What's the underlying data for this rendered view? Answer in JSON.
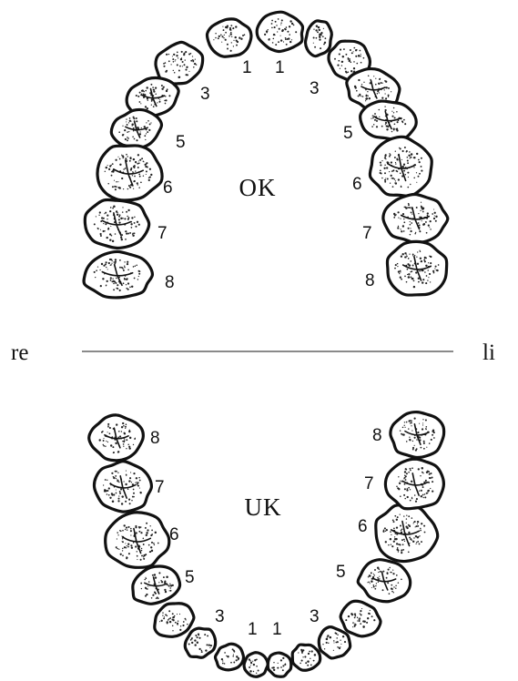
{
  "upper_jaw": {
    "label": "OK",
    "tooth_numbers": {
      "right": [
        "8",
        "7",
        "6",
        "5",
        "3",
        "1"
      ],
      "left": [
        "1",
        "3",
        "5",
        "6",
        "7",
        "8"
      ]
    }
  },
  "lower_jaw": {
    "label": "UK",
    "tooth_numbers": {
      "right": [
        "8",
        "7",
        "6",
        "5",
        "3",
        "1"
      ],
      "left": [
        "1",
        "3",
        "5",
        "6",
        "7",
        "8"
      ]
    }
  },
  "sides": {
    "right": "re",
    "left": "li"
  },
  "colors": {
    "outline": "#111111",
    "background": "#ffffff"
  }
}
